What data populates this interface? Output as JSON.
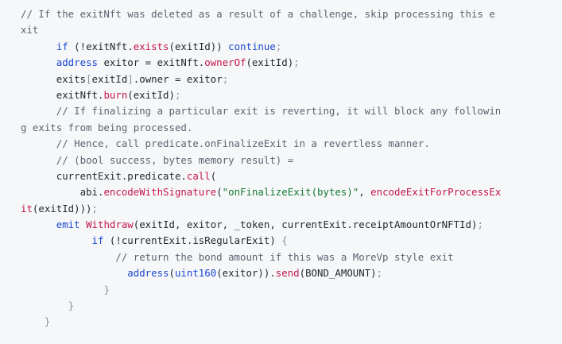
{
  "colors": {
    "background": "#f6f7f9",
    "plain": "#24292e",
    "comment": "#5b6470",
    "keyword": "#1a47cf",
    "function": "#c3154c",
    "string": "#137a30",
    "punctuation": "#8a9099"
  },
  "code": {
    "lines": [
      {
        "indent": "",
        "tokens": [
          {
            "t": "comment",
            "v": "// If the exitNft was deleted as a result of a challenge, skip processing this e"
          }
        ]
      },
      {
        "indent": "",
        "tokens": [
          {
            "t": "comment",
            "v": "xit"
          }
        ]
      },
      {
        "indent": "      ",
        "tokens": [
          {
            "t": "keyword",
            "v": "if"
          },
          {
            "t": "plain",
            "v": " (!exitNft."
          },
          {
            "t": "func",
            "v": "exists"
          },
          {
            "t": "plain",
            "v": "(exitId)) "
          },
          {
            "t": "keyword",
            "v": "continue"
          },
          {
            "t": "punct",
            "v": ";"
          }
        ]
      },
      {
        "indent": "      ",
        "tokens": [
          {
            "t": "keyword",
            "v": "address"
          },
          {
            "t": "plain",
            "v": " exitor = exitNft."
          },
          {
            "t": "func",
            "v": "ownerOf"
          },
          {
            "t": "plain",
            "v": "(exitId)"
          },
          {
            "t": "punct",
            "v": ";"
          }
        ]
      },
      {
        "indent": "      ",
        "tokens": [
          {
            "t": "plain",
            "v": "exits"
          },
          {
            "t": "punct",
            "v": "["
          },
          {
            "t": "plain",
            "v": "exitId"
          },
          {
            "t": "punct",
            "v": "]"
          },
          {
            "t": "plain",
            "v": ".owner = exitor"
          },
          {
            "t": "punct",
            "v": ";"
          }
        ]
      },
      {
        "indent": "      ",
        "tokens": [
          {
            "t": "plain",
            "v": "exitNft."
          },
          {
            "t": "func",
            "v": "burn"
          },
          {
            "t": "plain",
            "v": "(exitId)"
          },
          {
            "t": "punct",
            "v": ";"
          }
        ]
      },
      {
        "indent": "      ",
        "tokens": [
          {
            "t": "comment",
            "v": "// If finalizing a particular exit is reverting, it will block any followin"
          }
        ]
      },
      {
        "indent": "",
        "tokens": [
          {
            "t": "comment",
            "v": "g exits from being processed."
          }
        ]
      },
      {
        "indent": "      ",
        "tokens": [
          {
            "t": "comment",
            "v": "// Hence, call predicate.onFinalizeExit in a revertless manner."
          }
        ]
      },
      {
        "indent": "      ",
        "tokens": [
          {
            "t": "comment",
            "v": "// (bool success, bytes memory result) ="
          }
        ]
      },
      {
        "indent": "      ",
        "tokens": [
          {
            "t": "plain",
            "v": "currentExit.predicate."
          },
          {
            "t": "func",
            "v": "call"
          },
          {
            "t": "plain",
            "v": "("
          }
        ]
      },
      {
        "indent": "          ",
        "tokens": [
          {
            "t": "plain",
            "v": "abi."
          },
          {
            "t": "func",
            "v": "encodeWithSignature"
          },
          {
            "t": "plain",
            "v": "("
          },
          {
            "t": "string",
            "v": "\"onFinalizeExit(bytes)\""
          },
          {
            "t": "plain",
            "v": ", "
          },
          {
            "t": "func",
            "v": "encodeExitForProcessEx"
          }
        ]
      },
      {
        "indent": "",
        "tokens": [
          {
            "t": "func",
            "v": "it"
          },
          {
            "t": "plain",
            "v": "(exitId)))"
          },
          {
            "t": "punct",
            "v": ";"
          }
        ]
      },
      {
        "indent": "      ",
        "tokens": [
          {
            "t": "keyword",
            "v": "emit"
          },
          {
            "t": "plain",
            "v": " "
          },
          {
            "t": "func",
            "v": "Withdraw"
          },
          {
            "t": "plain",
            "v": "(exitId, exitor, _token, currentExit.receiptAmountOrNFTId)"
          },
          {
            "t": "punct",
            "v": ";"
          }
        ]
      },
      {
        "indent": "            ",
        "tokens": [
          {
            "t": "keyword",
            "v": "if"
          },
          {
            "t": "plain",
            "v": " (!currentExit.isRegularExit) "
          },
          {
            "t": "punct",
            "v": "{"
          }
        ]
      },
      {
        "indent": "                ",
        "tokens": [
          {
            "t": "comment",
            "v": "// return the bond amount if this was a MoreVp style exit"
          }
        ]
      },
      {
        "indent": "                  ",
        "tokens": [
          {
            "t": "keyword",
            "v": "address"
          },
          {
            "t": "plain",
            "v": "("
          },
          {
            "t": "keyword",
            "v": "uint160"
          },
          {
            "t": "plain",
            "v": "(exitor))."
          },
          {
            "t": "func",
            "v": "send"
          },
          {
            "t": "plain",
            "v": "(BOND_AMOUNT)"
          },
          {
            "t": "punct",
            "v": ";"
          }
        ]
      },
      {
        "indent": "              ",
        "tokens": [
          {
            "t": "punct",
            "v": "}"
          }
        ]
      },
      {
        "indent": "        ",
        "tokens": [
          {
            "t": "punct",
            "v": "}"
          }
        ]
      },
      {
        "indent": "    ",
        "tokens": [
          {
            "t": "punct",
            "v": "}"
          }
        ]
      }
    ]
  }
}
